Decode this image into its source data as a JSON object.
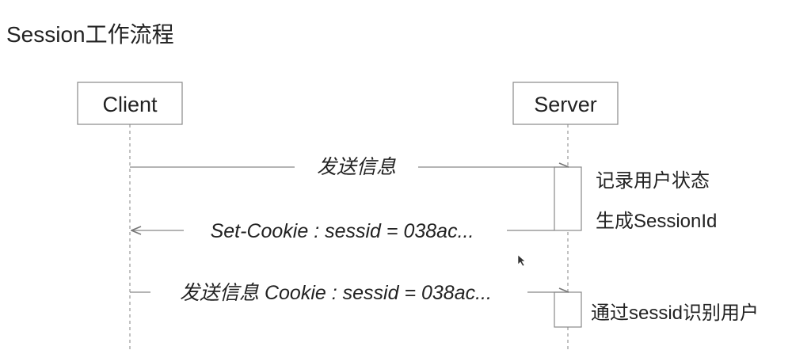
{
  "title": "Session工作流程",
  "actors": {
    "client": "Client",
    "server": "Server"
  },
  "messages": [
    {
      "label": "发送信息",
      "from": "client",
      "to": "server"
    },
    {
      "label": "Set-Cookie : sessid = 038ac...",
      "from": "server",
      "to": "client"
    },
    {
      "label": "发送信息 Cookie : sessid = 038ac...",
      "from": "client",
      "to": "server"
    }
  ],
  "notes": [
    "记录用户状态",
    "生成SessionId",
    "通过sessid识别用户"
  ],
  "colors": {
    "line": "#888888",
    "text": "#222222",
    "background": "#ffffff"
  }
}
